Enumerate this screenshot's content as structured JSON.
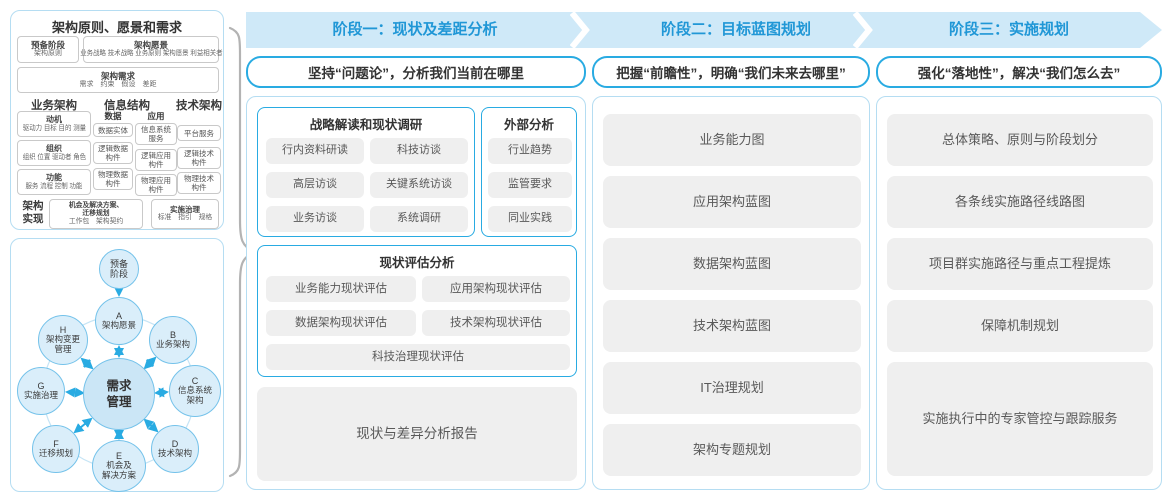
{
  "colors": {
    "accent": "#29abe2",
    "band_bg": "#cfe9f8",
    "band_text": "#2097d6",
    "gray_box": "#efefef",
    "panel_border": "#b5ddf2",
    "circle_fill": "#daeefa"
  },
  "left_top": {
    "title": "架构原则、愿景和需求",
    "prep": {
      "line1": "预备阶段",
      "line2": "架构原则"
    },
    "vision": {
      "title": "架构愿景",
      "items": "业务战略 技术战略 业务原则 架构愿景 利益相关者"
    },
    "requirement": {
      "title": "架构需求",
      "items": "需求　约束　假设　差距"
    },
    "columns": {
      "business": {
        "title": "业务架构",
        "boxes": [
          {
            "t": "动机",
            "s": "驱动力 目标 目的 测量"
          },
          {
            "t": "组织",
            "s": "组织 位置 驱动者 角色"
          },
          {
            "t": "功能",
            "s": "服务 流程 控制 功能"
          }
        ]
      },
      "information": {
        "title": "信息结构",
        "data_title": "数据",
        "data_boxes": [
          "数据实体",
          "逻辑数据\n构件",
          "物理数据\n构件"
        ],
        "app_title": "应用",
        "app_boxes": [
          "信息系统\n服务",
          "逻辑应用\n构件",
          "物理应用\n构件"
        ]
      },
      "technology": {
        "title": "技术架构",
        "boxes": [
          "平台服务",
          "逻辑技术\n构件",
          "物理技术\n构件"
        ]
      }
    },
    "implementation": {
      "label": "架构\n实现",
      "box1_title": "机会及解决方案、\n迁移规划",
      "box1_sub": "工作包　架构契约",
      "box2_title": "实施治理",
      "box2_sub": "标准　指引　规格"
    }
  },
  "adm": {
    "prep": "预备\n阶段",
    "center": "需求\n管理",
    "nodes": [
      {
        "id": "A",
        "label": "架构愿景"
      },
      {
        "id": "B",
        "label": "业务架构"
      },
      {
        "id": "C",
        "label": "信息系统\n架构"
      },
      {
        "id": "D",
        "label": "技术架构"
      },
      {
        "id": "E",
        "label": "机会及\n解决方案"
      },
      {
        "id": "F",
        "label": "迁移规划"
      },
      {
        "id": "G",
        "label": "实施治理"
      },
      {
        "id": "H",
        "label": "架构变更\n管理"
      }
    ]
  },
  "phases": [
    {
      "header": "阶段一：现状及差距分析",
      "subtitle": "坚持“问题论”，分析我们当前在哪里",
      "strategy_box": {
        "title": "战略解读和现状调研",
        "items": [
          "行内资料研读",
          "科技访谈",
          "高层访谈",
          "关键系统访谈",
          "业务访谈",
          "系统调研"
        ]
      },
      "external_box": {
        "title": "外部分析",
        "items": [
          "行业趋势",
          "监管要求",
          "同业实践"
        ]
      },
      "assessment_box": {
        "title": "现状评估分析",
        "items": [
          "业务能力现状评估",
          "应用架构现状评估",
          "数据架构现状评估",
          "技术架构现状评估"
        ],
        "full_item": "科技治理现状评估"
      },
      "report": "现状与差异分析报告"
    },
    {
      "header": "阶段二：目标蓝图规划",
      "subtitle": "把握“前瞻性”，明确“我们未来去哪里”",
      "items": [
        "业务能力图",
        "应用架构蓝图",
        "数据架构蓝图",
        "技术架构蓝图",
        "IT治理规划",
        "架构专题规划"
      ]
    },
    {
      "header": "阶段三：实施规划",
      "subtitle": "强化“落地性”，解决“我们怎么去”",
      "items": [
        "总体策略、原则与阶段划分",
        "各条线实施路径线路图",
        "项目群实施路径与重点工程提炼",
        "保障机制规划"
      ],
      "tall_item": "实施执行中的专家管控与跟踪服务"
    }
  ]
}
